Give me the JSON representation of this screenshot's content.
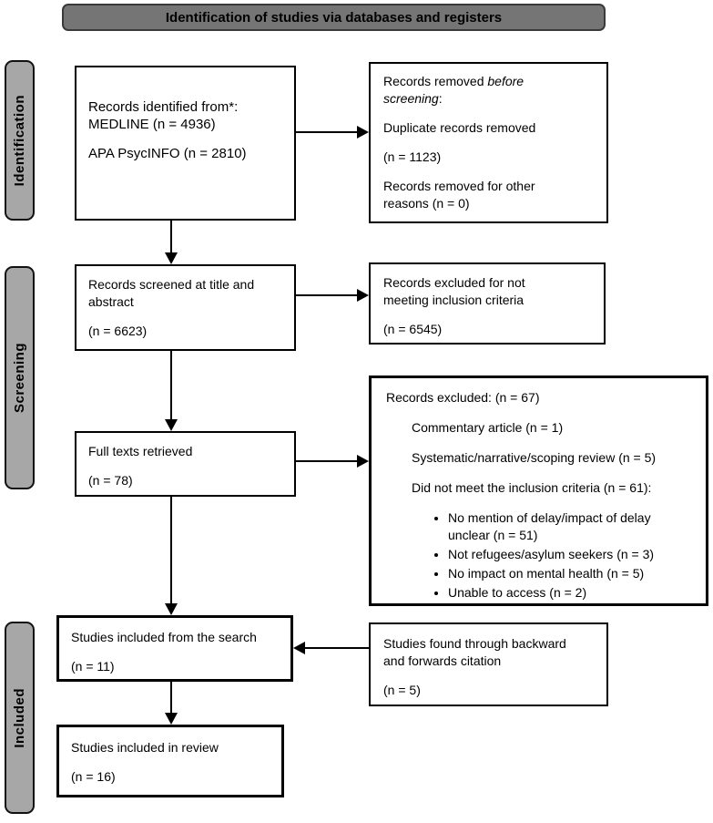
{
  "banner": {
    "label": "Identification of studies via databases and registers"
  },
  "sidebar": {
    "stages": [
      {
        "label": "Identification"
      },
      {
        "label": "Screening"
      },
      {
        "label": "Included"
      }
    ]
  },
  "boxes": {
    "identified": {
      "line1": "Records identified from*:",
      "line2": "MEDLINE (n = 4936)",
      "line3": "APA PsycINFO (n = 2810)"
    },
    "removed": {
      "prefix": "Records removed ",
      "italic": "before screening",
      "suffix": ":",
      "line2": "Duplicate records removed",
      "line3": "(n = 1123)",
      "line4": "Records removed for other reasons (n = 0)"
    },
    "screened": {
      "line1": "Records screened at title and abstract",
      "line2": "(n = 6623)"
    },
    "excluded_screening": {
      "line1": "Records excluded for not meeting inclusion criteria",
      "line2": "(n = 6545)"
    },
    "fulltext": {
      "line1": "Full texts retrieved",
      "line2": "(n = 78)"
    },
    "excluded_fulltext": {
      "title": "Records excluded: (n = 67)",
      "items": [
        "Commentary article (n = 1)",
        "Systematic/narrative/scoping review (n = 5)",
        "Did not meet the inclusion criteria (n = 61):"
      ],
      "bullets": [
        "No mention of delay/impact of delay unclear (n = 51)",
        "Not refugees/asylum seekers (n = 3)",
        "No impact on mental health (n = 5)",
        "Unable to access (n = 2)"
      ]
    },
    "included_search": {
      "line1": "Studies included from the search",
      "line2": "(n = 11)"
    },
    "citation": {
      "line1": "Studies found through backward and forwards citation",
      "line2": "(n = 5)"
    },
    "included_review": {
      "line1": "Studies included in review",
      "line2": "(n = 16)"
    }
  },
  "colors": {
    "banner_fill": "#757575",
    "banner_border": "#3a3a3a",
    "sidebar_fill": "#a7a7a7",
    "box_border": "#000000",
    "background": "#ffffff"
  }
}
